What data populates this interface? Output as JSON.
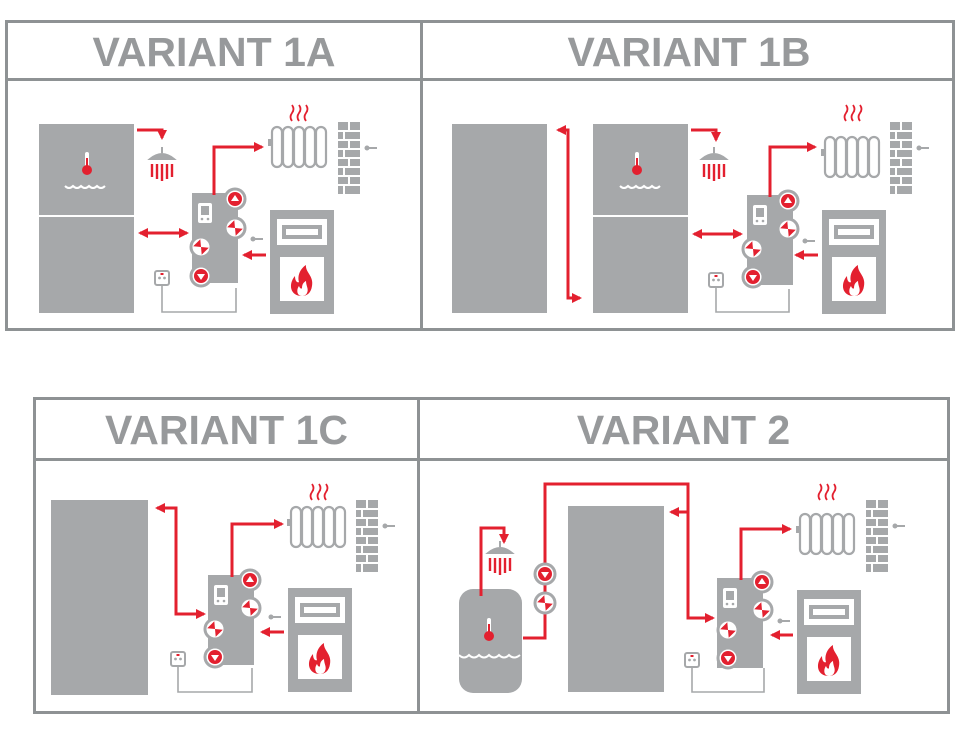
{
  "variants": [
    {
      "title": "VARIANT 1A"
    },
    {
      "title": "VARIANT 1B"
    },
    {
      "title": "VARIANT 1C"
    },
    {
      "title": "VARIANT 2"
    }
  ],
  "colors": {
    "frame": "#8e9294",
    "title_text": "#97999b",
    "device_gray": "#a6a8aa",
    "pipe_red": "#e3202f",
    "white": "#ffffff"
  },
  "icons": [
    "thermometer-icon",
    "water-waves-icon",
    "shower-icon",
    "radiator-icon",
    "heat-waves-icon",
    "brick-wall-icon",
    "controller-icon",
    "pump-icon",
    "valve-icon",
    "power-socket-icon",
    "flame-icon",
    "storage-tank-icon",
    "boiler-icon"
  ]
}
